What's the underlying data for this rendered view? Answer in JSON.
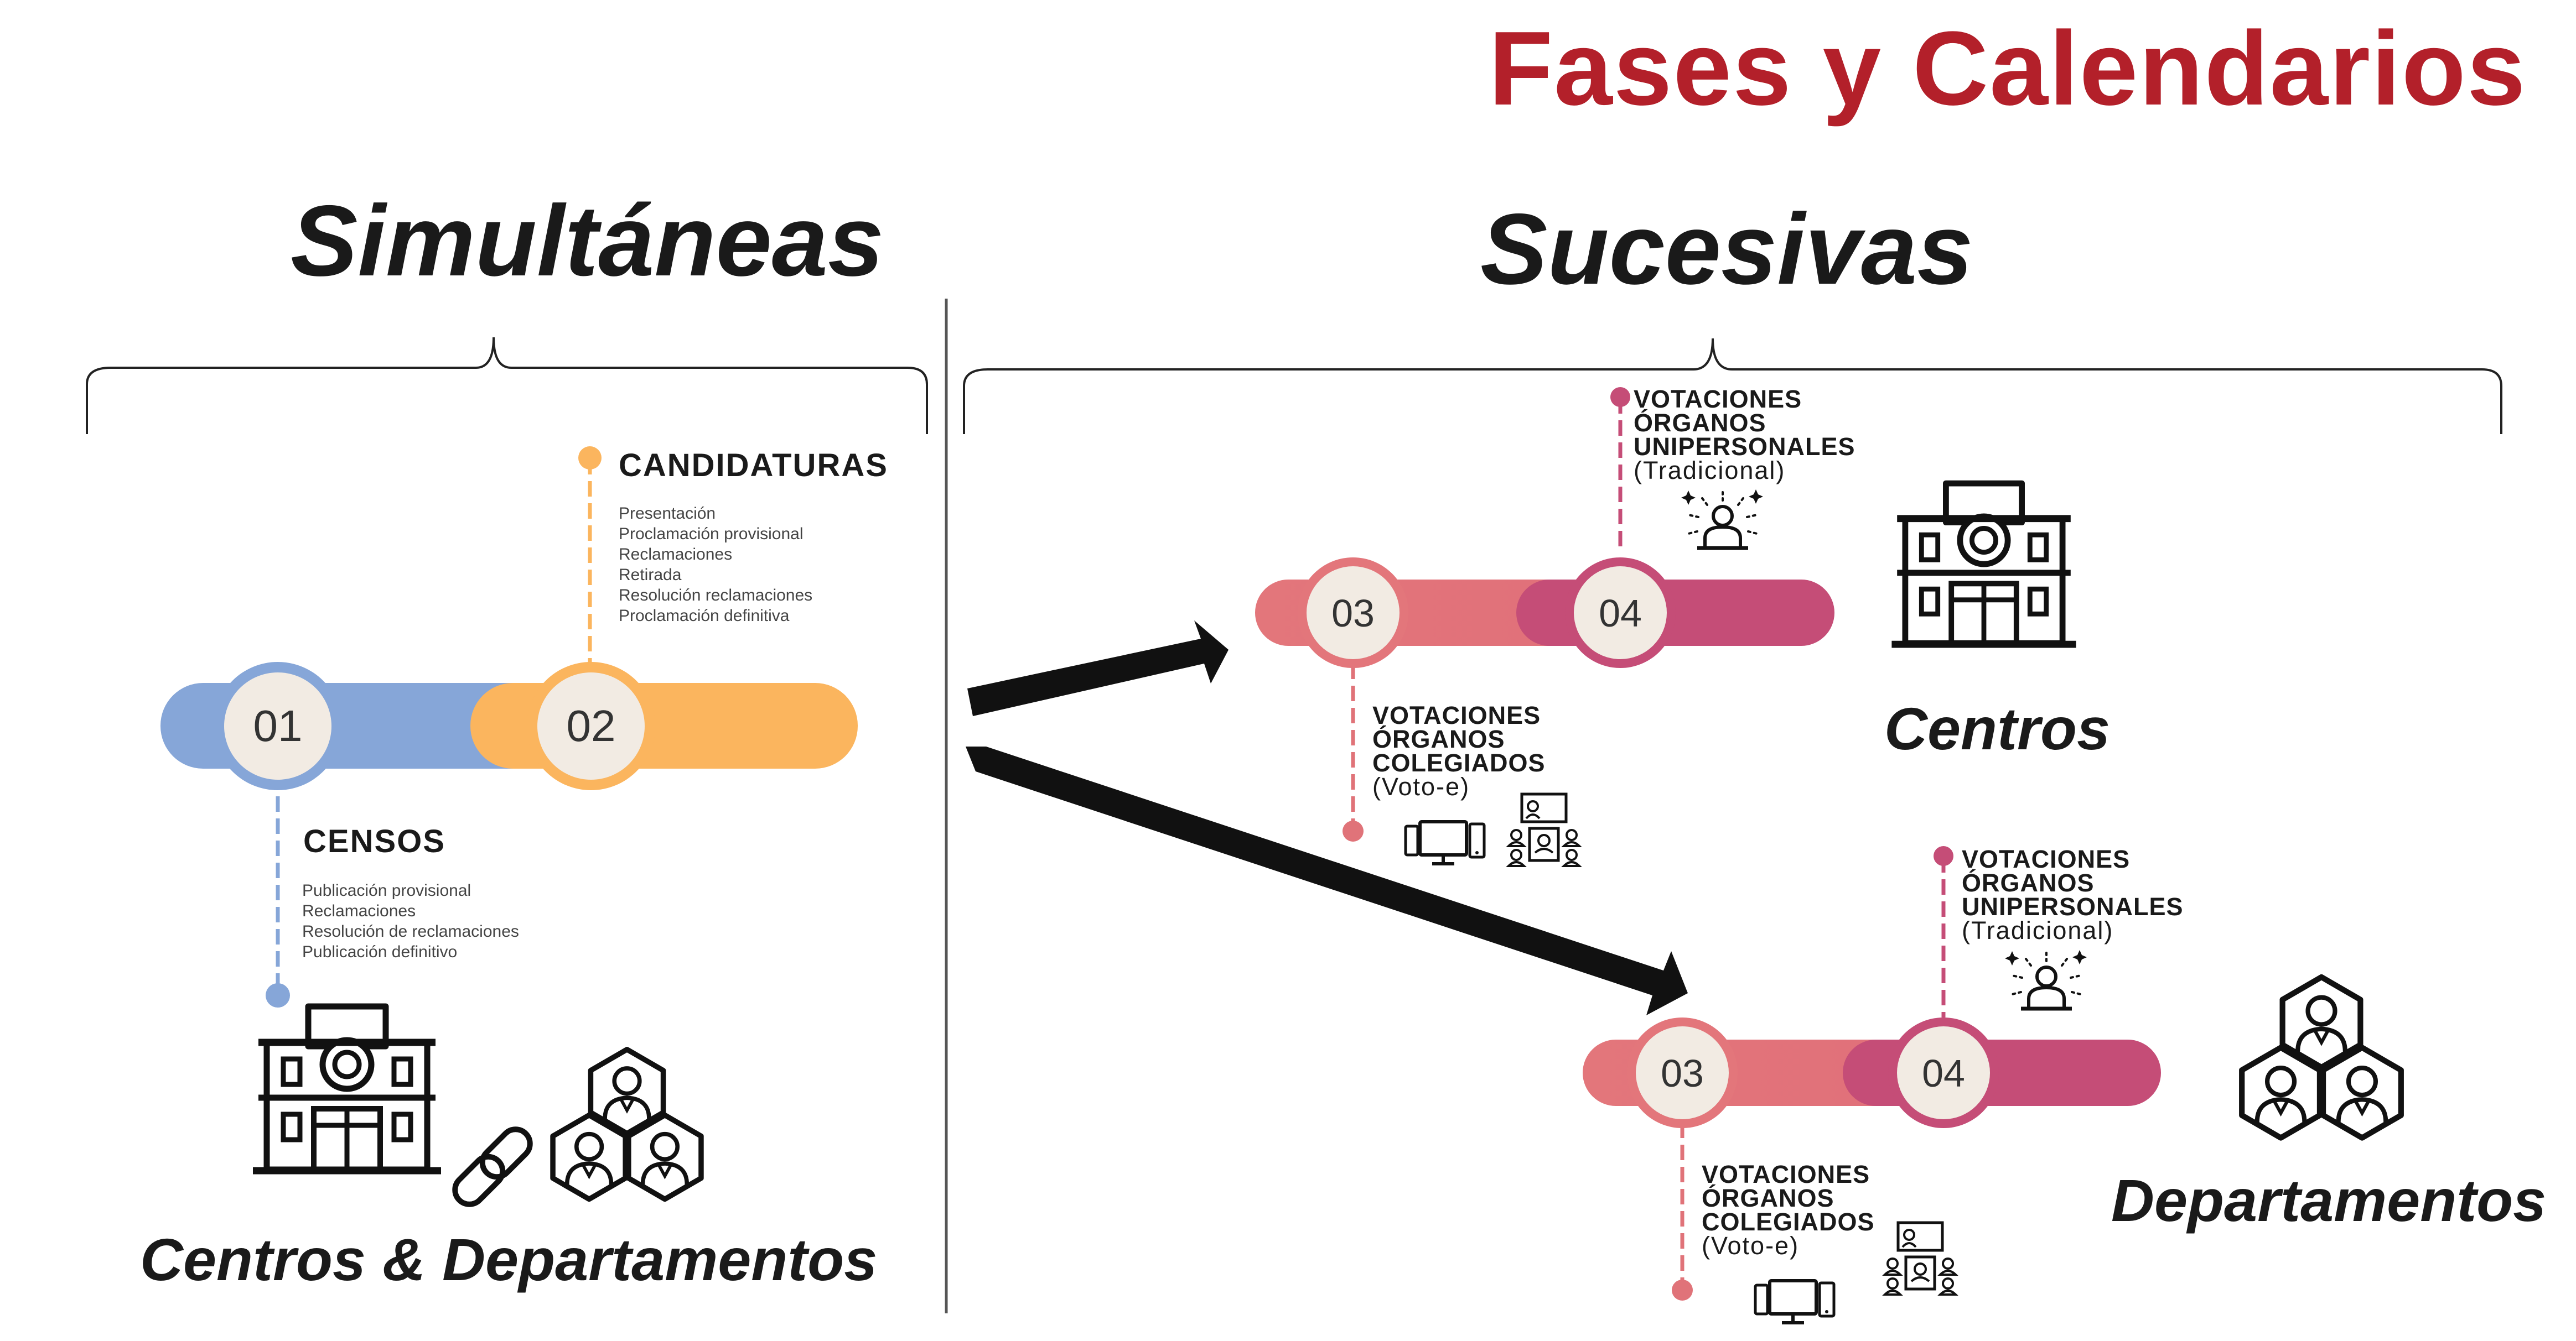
{
  "title": "Fases y Calendarios",
  "sections": {
    "simultaneous": "Simultáneas",
    "successive": "Sucesivas"
  },
  "phases": {
    "censos": {
      "number": "01",
      "title": "CENSOS",
      "items": [
        "Publicación provisional",
        "Reclamaciones",
        "Resolución de reclamaciones",
        "Publicación definitivo"
      ]
    },
    "candidaturas": {
      "number": "02",
      "title": "CANDIDATURAS",
      "items": [
        "Presentación",
        "Proclamación provisional",
        "Reclamaciones",
        "Retirada",
        "Resolución reclamaciones",
        "Proclamación definitiva"
      ]
    }
  },
  "simultaneous_group_label": "Centros & Departamentos",
  "successive_groups": {
    "centros": {
      "label": "Centros",
      "phase3": "03",
      "phase4": "04",
      "colegiados": [
        "VOTACIONES",
        "ÓRGANOS",
        "COLEGIADOS",
        "(Voto-e)"
      ],
      "unipersonales": [
        "VOTACIONES",
        "ÓRGANOS",
        "UNIPERSONALES",
        "(Tradicional)"
      ]
    },
    "departamentos": {
      "label": "Departamentos",
      "phase3": "03",
      "phase4": "04",
      "colegiados": [
        "VOTACIONES",
        "ÓRGANOS",
        "COLEGIADOS",
        "(Voto-e)"
      ],
      "unipersonales": [
        "VOTACIONES",
        "ÓRGANOS",
        "UNIPERSONALES",
        "(Tradicional)"
      ]
    }
  },
  "colors": {
    "title": "#b3202a",
    "phase1": "#86a6d8",
    "phase2": "#fbb55e",
    "phase3": "#e07379",
    "phase4": "#c54d77",
    "circle_fill": "#f2ebe3",
    "text": "#1a1a1a"
  },
  "icons": [
    "building-icon",
    "link-icon",
    "people-hexagon-icon",
    "person-idea-icon",
    "devices-icon",
    "videoconference-icon",
    "arrow-icon"
  ]
}
